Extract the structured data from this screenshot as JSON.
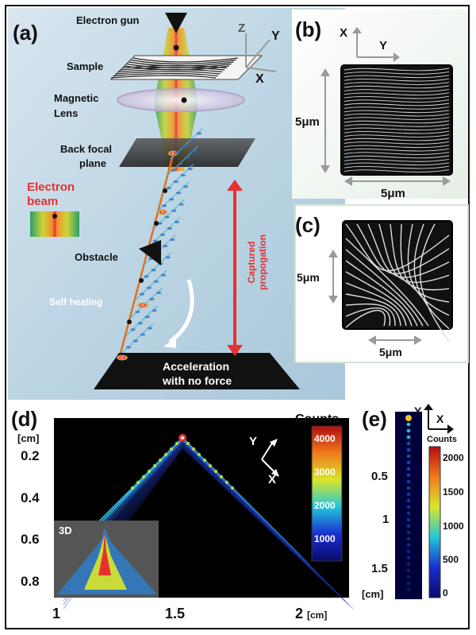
{
  "colors": {
    "panel_a_bg": "#c9ddea",
    "panel_d_bg": "#000000",
    "accent_red": "#e8312f",
    "beam_teal": "#4ab3c9",
    "scale_arrow": "#9a9a9a"
  },
  "panel_a": {
    "tag": "(a)",
    "electron_gun": "Electron gun",
    "sample": "Sample",
    "magnetic_lens_1": "Magnetic",
    "magnetic_lens_2": "Lens",
    "back_focal_1": "Back focal",
    "back_focal_2": "plane",
    "electron_beam_1": "Electron",
    "electron_beam_2": "beam",
    "obstacle": "Obstacle",
    "self_healing": "Self healing",
    "acceleration_1": "Acceleration",
    "acceleration_2": "with no force",
    "captured_1": "Captured",
    "captured_2": "propogation",
    "axis_z": "Z",
    "axis_y": "Y",
    "axis_x": "X"
  },
  "panel_b": {
    "tag": "(b)",
    "axis_x": "X",
    "axis_y": "Y",
    "scale_left": "5μm",
    "scale_bottom": "5μm"
  },
  "panel_c": {
    "tag": "(c)",
    "scale_left": "5μm",
    "scale_bottom": "5μm"
  },
  "panel_d": {
    "tag": "(d)",
    "counts_label": "Counts",
    "y_unit": "[cm]",
    "x_unit": "[cm]",
    "axis_y": "Y",
    "axis_x": "X",
    "inset_label": "3D",
    "y_ticks": [
      "0.2",
      "0.4",
      "0.6",
      "0.8"
    ],
    "x_ticks": [
      "1",
      "1.5",
      "2"
    ],
    "colorbar_ticks": [
      "4000",
      "3000",
      "2000",
      "1000"
    ]
  },
  "panel_e": {
    "tag": "(e)",
    "counts_label": "Counts",
    "axis_y": "Y",
    "axis_x": "X",
    "y_unit": "[cm]",
    "y_ticks": [
      "0.5",
      "1",
      "1.5"
    ],
    "colorbar_ticks": [
      "2000",
      "1500",
      "1000",
      "500",
      "0"
    ]
  }
}
